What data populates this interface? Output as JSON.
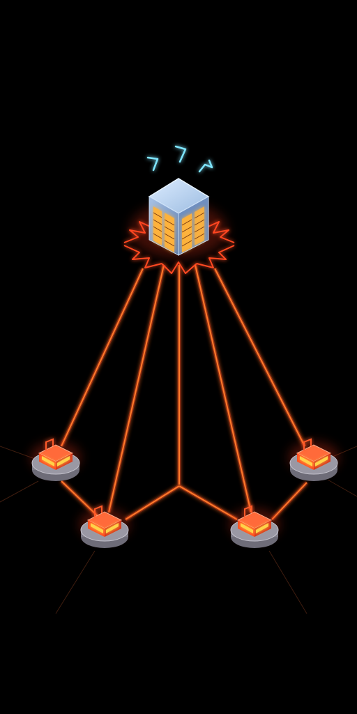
{
  "scene": {
    "background": "#000000",
    "link_color": "#ff6a1f",
    "glow_color": "#ff3b1a",
    "spark_color": "#7fe6ff",
    "server_top": "#b9d4f0",
    "server_side": "#7f9fcc",
    "rack_color": "#ffb23a",
    "node_base": "#9a98a4",
    "node_block": "#ff4a20",
    "node_slot": "#ffd24a"
  },
  "icons": {
    "hub": "server-icon",
    "node": "network-node-icon",
    "spark": "electric-spark-icon"
  },
  "nodes": [
    {
      "name": "node-far-left"
    },
    {
      "name": "node-near-left"
    },
    {
      "name": "node-near-right"
    },
    {
      "name": "node-far-right"
    }
  ]
}
